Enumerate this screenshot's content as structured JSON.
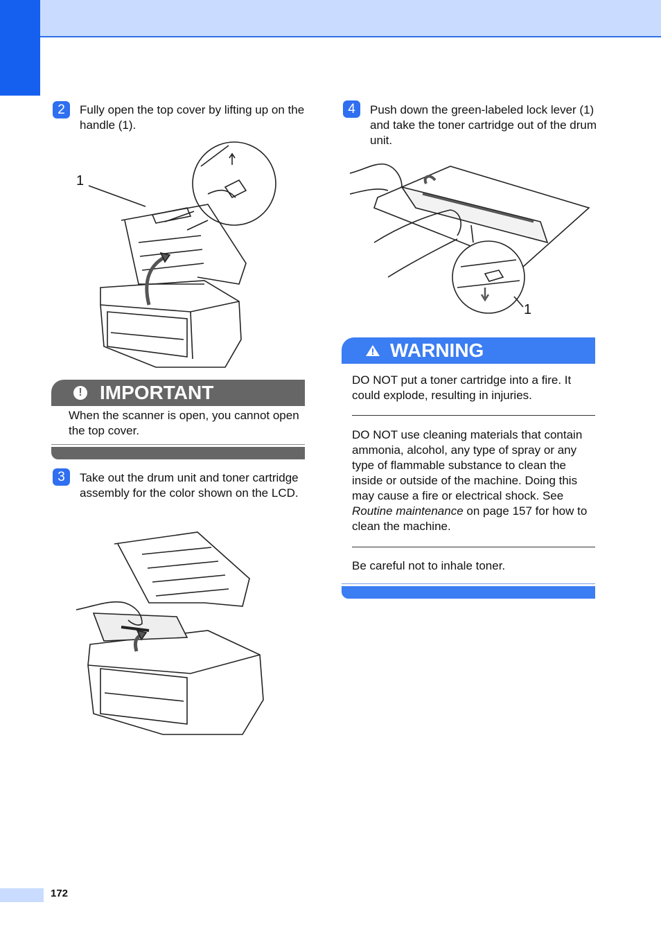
{
  "steps": [
    {
      "number": "2",
      "text": "Fully open the top cover by lifting up on the handle (1)."
    },
    {
      "number": "3",
      "text": "Take out the drum unit and toner cartridge assembly for the color shown on the LCD."
    },
    {
      "number": "4",
      "text": "Push down the green-labeled lock lever (1) and take the toner cartridge out of the drum unit."
    }
  ],
  "callouts": {
    "step2": "1",
    "step4": "1"
  },
  "important": {
    "icon": "exclamation-icon",
    "title": "IMPORTANT",
    "text": "When the scanner is open, you cannot open the top cover."
  },
  "warning": {
    "icon": "warning-triangle-icon",
    "title": "WARNING",
    "para1": "DO NOT put a toner cartridge into a fire. It could explode, resulting in injuries.",
    "para2_pre": "DO NOT use cleaning materials that contain ammonia, alcohol, any type of spray or any type of flammable substance to clean the inside or outside of the machine. Doing this may cause a fire or electrical shock. See ",
    "para2_link": "Routine maintenance",
    "para2_post": " on page 157 for how to clean the machine.",
    "para3": "Be careful not to inhale toner."
  },
  "colors": {
    "accent": "#1660f0",
    "band": "#c9dcff",
    "important_gray": "#666666",
    "warning_blue": "#3b7df2"
  },
  "page_number": "172"
}
